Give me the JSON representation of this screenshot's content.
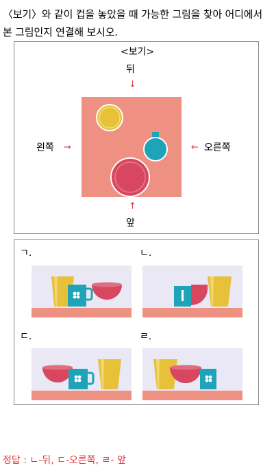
{
  "question": "〈보기〉와 같이 컵을 놓았을 때 가능한 그림을 찾아 어디에서 본 그림인지 연결해 보시오.",
  "example": {
    "title": "<보기>",
    "back": "뒤",
    "front": "앞",
    "left": "왼쪽",
    "right": "오른쪽",
    "arrow_down": "↓",
    "arrow_up": "↑",
    "arrow_right": "→",
    "arrow_left": "←"
  },
  "options": [
    {
      "label": "ㄱ."
    },
    {
      "label": "ㄴ."
    },
    {
      "label": "ㄷ."
    },
    {
      "label": "ㄹ."
    }
  ],
  "answer": "정답 : ㄴ-뒤, ㄷ-오른쪽, ㄹ- 앞",
  "colors": {
    "table": "#ef9182",
    "yellow_cup": "#e8c13a",
    "blue_mug": "#1fa3b8",
    "red_bowl": "#d74860",
    "answer": "#e0393d",
    "scene_bg": "#e9e8f4"
  }
}
